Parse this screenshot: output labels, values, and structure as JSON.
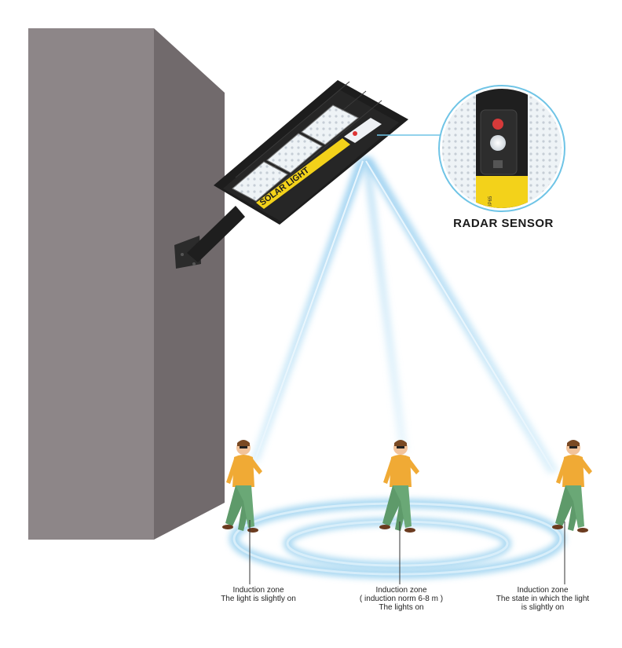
{
  "lamp": {
    "brand_text": "SOLAR LIGHT",
    "rating_text": "IP65"
  },
  "sensor_callout": {
    "label": "RADAR SENSOR"
  },
  "captions": {
    "left": {
      "line1": "Induction zone",
      "line2": "The light is slightly on",
      "line3": ""
    },
    "middle": {
      "line1": "Induction zone",
      "line2": "( induction norm 6-8 m )",
      "line3": "The lights on"
    },
    "right": {
      "line1": "Induction zone",
      "line2": "The state in which the light",
      "line3": "is slightly on"
    }
  },
  "colors": {
    "wall_front": "#8c8587",
    "wall_side": "#6e6769",
    "beam": "#a9d8f2",
    "lamp_body": "#1d1d1d",
    "lamp_label": "#f3d21a",
    "jacket": "#f0aa35",
    "pants": "#5e9a6a"
  }
}
